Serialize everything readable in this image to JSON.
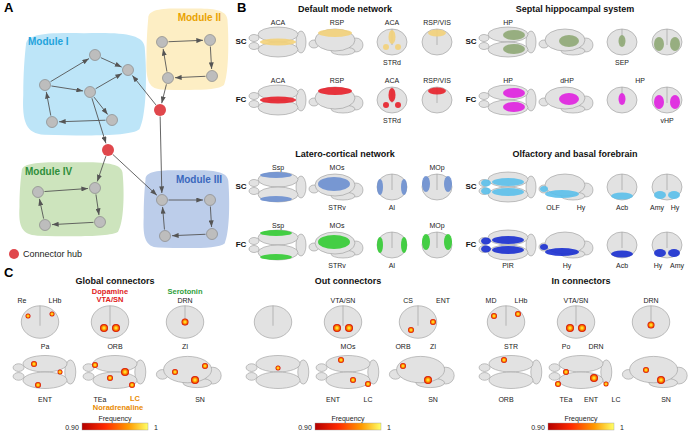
{
  "diagram": {
    "nodes": [
      {
        "text": [
          "Module I"
        ]
      },
      {
        "text": [
          "Module II"
        ]
      },
      {
        "text": [
          "Module IV"
        ]
      },
      {
        "text": [
          "Module III"
        ]
      }
    ],
    "labels": [
      "A",
      "B",
      "Default mode network",
      "SC",
      "ACA",
      "RSP",
      "ACA",
      "STRd",
      "RSP/VIS",
      "FC",
      "ACA",
      "RSP",
      "ACA",
      "STRd",
      "RSP/VIS",
      "Septal hippocampal system",
      "SC",
      "HP",
      "SEP",
      "FC",
      "HP",
      "dHP",
      "HP",
      "vHP",
      "Latero-cortical network",
      "SC",
      "Ssp",
      "MOs",
      "STRv",
      "AI",
      "MOp",
      "FC",
      "Ssp",
      "MOs",
      "STRv",
      "AI",
      "MOp",
      "Olfactory and basal forebrain",
      "SC",
      "OLF",
      "Hy",
      "Acb",
      "Amy",
      "Hy",
      "FC",
      "PIR",
      "Hy",
      "Acb",
      "Hy",
      "Amy",
      "C",
      "Global connectors",
      "Re",
      "LHb",
      "Dopamine",
      "VTA/SN",
      "Serotonin",
      "DRN",
      "Pa",
      "ORB",
      "ZI",
      "ENT",
      "TEa",
      "LC",
      "Noradrenaline",
      "SN",
      "Frequency",
      "0.90",
      "1",
      "Out connectors",
      "VTA/SN",
      "CS",
      "ENT",
      "MOs",
      "ORB",
      "ZI",
      "ENT",
      "LC",
      "SN",
      "Frequency",
      "0.90",
      "1",
      "In connectors",
      "MD",
      "LHb",
      "VTA/SN",
      "DRN",
      "STR",
      "Po",
      "DRN",
      "ORB",
      "TEa",
      "ENT",
      "LC",
      "SN",
      "Frequency",
      "0.90",
      "1"
    ],
    "legend": [
      {
        "text": "Connector hub",
        "color": "#e0474c"
      }
    ]
  }
}
